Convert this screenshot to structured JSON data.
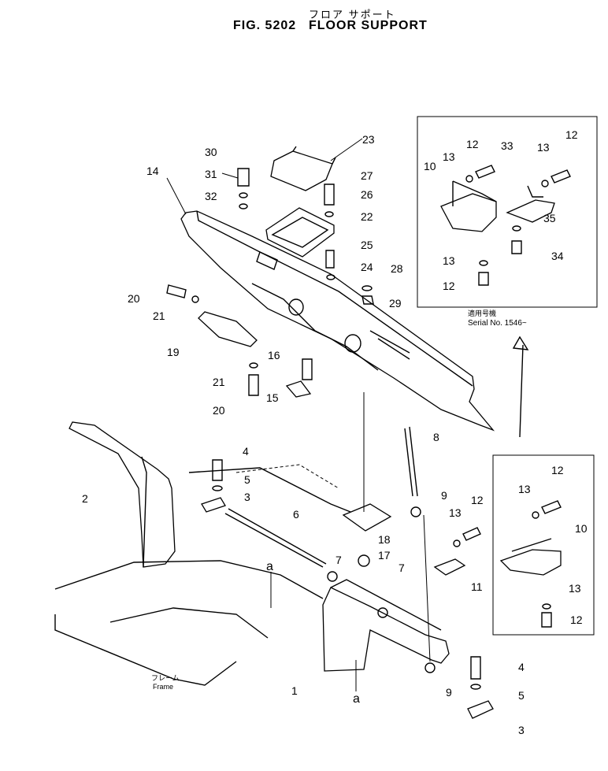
{
  "header": {
    "title_jp": "フロア サポート",
    "fig_number": "FIG. 5202",
    "fig_title": "FLOOR SUPPORT"
  },
  "inset_top": {
    "serial_jp": "適用号機",
    "serial_en": "Serial No. 1546~"
  },
  "labels": {
    "frame_jp": "フレーム",
    "frame_en": "Frame",
    "ref_a": "a"
  },
  "callouts": [
    {
      "id": "c1",
      "text": "1"
    },
    {
      "id": "c2",
      "text": "2"
    },
    {
      "id": "c3a",
      "text": "3"
    },
    {
      "id": "c3b",
      "text": "3"
    },
    {
      "id": "c4a",
      "text": "4"
    },
    {
      "id": "c4b",
      "text": "4"
    },
    {
      "id": "c5a",
      "text": "5"
    },
    {
      "id": "c5b",
      "text": "5"
    },
    {
      "id": "c6",
      "text": "6"
    },
    {
      "id": "c7a",
      "text": "7"
    },
    {
      "id": "c7b",
      "text": "7"
    },
    {
      "id": "c8",
      "text": "8"
    },
    {
      "id": "c9a",
      "text": "9"
    },
    {
      "id": "c9b",
      "text": "9"
    },
    {
      "id": "c10a",
      "text": "10"
    },
    {
      "id": "c10b",
      "text": "10"
    },
    {
      "id": "c11",
      "text": "11"
    },
    {
      "id": "c12a",
      "text": "12"
    },
    {
      "id": "c12b",
      "text": "12"
    },
    {
      "id": "c12c",
      "text": "12"
    },
    {
      "id": "c12d",
      "text": "12"
    },
    {
      "id": "c12e",
      "text": "12"
    },
    {
      "id": "c12f",
      "text": "12"
    },
    {
      "id": "c13a",
      "text": "13"
    },
    {
      "id": "c13b",
      "text": "13"
    },
    {
      "id": "c13c",
      "text": "13"
    },
    {
      "id": "c13d",
      "text": "13"
    },
    {
      "id": "c13e",
      "text": "13"
    },
    {
      "id": "c13f",
      "text": "13"
    },
    {
      "id": "c14",
      "text": "14"
    },
    {
      "id": "c15",
      "text": "15"
    },
    {
      "id": "c16",
      "text": "16"
    },
    {
      "id": "c17",
      "text": "17"
    },
    {
      "id": "c18",
      "text": "18"
    },
    {
      "id": "c19",
      "text": "19"
    },
    {
      "id": "c20a",
      "text": "20"
    },
    {
      "id": "c20b",
      "text": "20"
    },
    {
      "id": "c21a",
      "text": "21"
    },
    {
      "id": "c21b",
      "text": "21"
    },
    {
      "id": "c22",
      "text": "22"
    },
    {
      "id": "c23",
      "text": "23"
    },
    {
      "id": "c24",
      "text": "24"
    },
    {
      "id": "c25",
      "text": "25"
    },
    {
      "id": "c26",
      "text": "26"
    },
    {
      "id": "c27",
      "text": "27"
    },
    {
      "id": "c28",
      "text": "28"
    },
    {
      "id": "c29",
      "text": "29"
    },
    {
      "id": "c30",
      "text": "30"
    },
    {
      "id": "c31",
      "text": "31"
    },
    {
      "id": "c32",
      "text": "32"
    },
    {
      "id": "c33",
      "text": "33"
    },
    {
      "id": "c34",
      "text": "34"
    },
    {
      "id": "c35",
      "text": "35"
    }
  ]
}
